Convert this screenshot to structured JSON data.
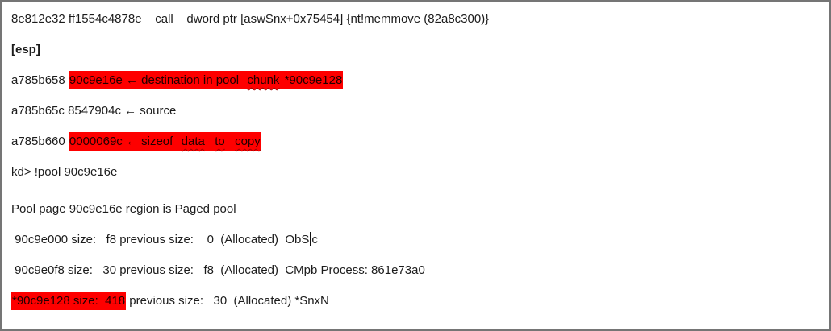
{
  "colors": {
    "text": "#1c1c1c",
    "highlight_background": "#fe0000",
    "highlight_text": "#200000",
    "squiggle": "#a00000",
    "page_border": "#757575",
    "page_background": "#ffffff"
  },
  "console": {
    "lines": [
      {
        "segments": [
          {
            "text": "8e812e32 ff1554c4878e    call    dword ptr [aswSnx+0x75454] {nt!memmove (82a8c300)}"
          }
        ]
      },
      {
        "segments": [
          {
            "text": "[esp]",
            "bold": true
          }
        ]
      },
      {
        "segments": [
          {
            "text": "a785b658 "
          },
          {
            "text": "90c9e16e ← destination in pool  ",
            "highlight": true
          },
          {
            "text": "chunk",
            "highlight": true,
            "squiggle": true
          },
          {
            "text": " *90c9e128",
            "highlight": true
          }
        ]
      },
      {
        "segments": [
          {
            "text": "a785b65c 8547904c ← source"
          }
        ]
      },
      {
        "segments": [
          {
            "text": "a785b660 "
          },
          {
            "text": "0000069c ← sizeof  ",
            "highlight": true
          },
          {
            "text": "data",
            "highlight": true,
            "squiggle": true
          },
          {
            "text": "  ",
            "highlight": true
          },
          {
            "text": "to",
            "highlight": true,
            "squiggle": true
          },
          {
            "text": "  ",
            "highlight": true
          },
          {
            "text": "copy",
            "highlight": true,
            "squiggle": true
          }
        ]
      },
      {
        "segments": [
          {
            "text": "kd> !pool 90c9e16e"
          }
        ]
      },
      {
        "segments": [
          {
            "text": "Pool page 90c9e16e region is Paged pool"
          }
        ]
      },
      {
        "segments": [
          {
            "text": " 90c9e000 size:   f8 previous size:    0  (Allocated)  ObS"
          },
          {
            "caret": true
          },
          {
            "text": "c"
          }
        ]
      },
      {
        "segments": [
          {
            "text": " 90c9e0f8 size:   30 previous size:   f8  (Allocated)  CMpb Process: 861e73a0"
          }
        ]
      },
      {
        "segments": [
          {
            "text": "*90c9e128 size:  418",
            "highlight": true
          },
          {
            "text": " previous size:   30  (Allocated) *SnxN"
          }
        ]
      }
    ]
  }
}
